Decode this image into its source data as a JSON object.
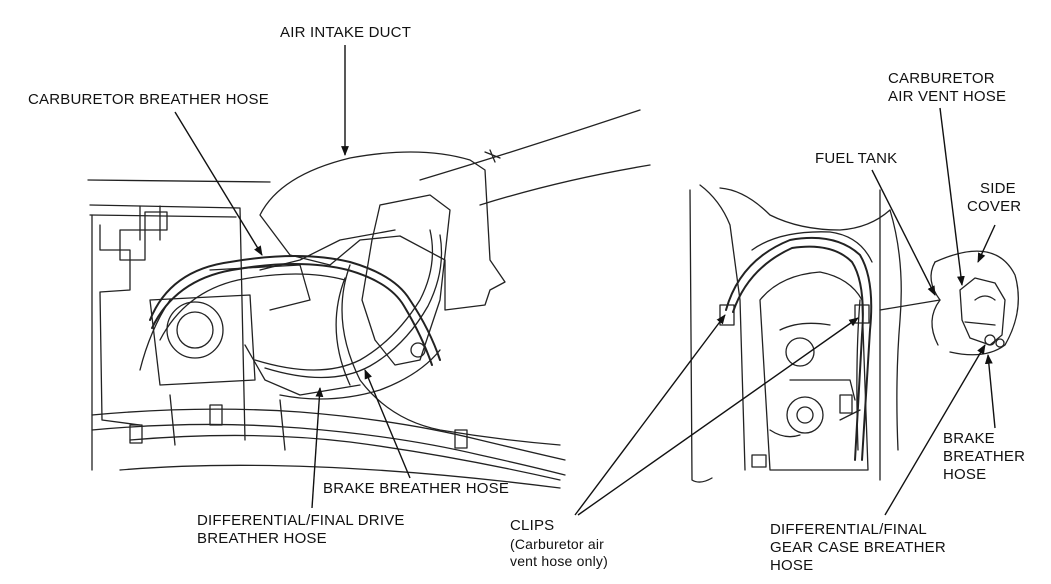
{
  "labels": {
    "air_intake_duct": "AIR INTAKE DUCT",
    "carburetor_breather_hose": "CARBURETOR BREATHER HOSE",
    "brake_breather_hose_left": "BRAKE BREATHER HOSE",
    "differential_final_drive_line1": "DIFFERENTIAL/FINAL DRIVE",
    "differential_final_drive_line2": "BREATHER HOSE",
    "carburetor_air_vent_line1": "CARBURETOR",
    "carburetor_air_vent_line2": "AIR VENT HOSE",
    "fuel_tank": "FUEL TANK",
    "side_cover_line1": "SIDE",
    "side_cover_line2": "COVER",
    "brake_breather_right_line1": "BRAKE",
    "brake_breather_right_line2": "BREATHER",
    "brake_breather_right_line3": "HOSE",
    "clips_line1": "CLIPS",
    "clips_line2": "(Carburetor air",
    "clips_line3": "vent hose only)",
    "gear_case_line1": "DIFFERENTIAL/FINAL",
    "gear_case_line2": "GEAR CASE BREATHER",
    "gear_case_line3": "HOSE"
  }
}
